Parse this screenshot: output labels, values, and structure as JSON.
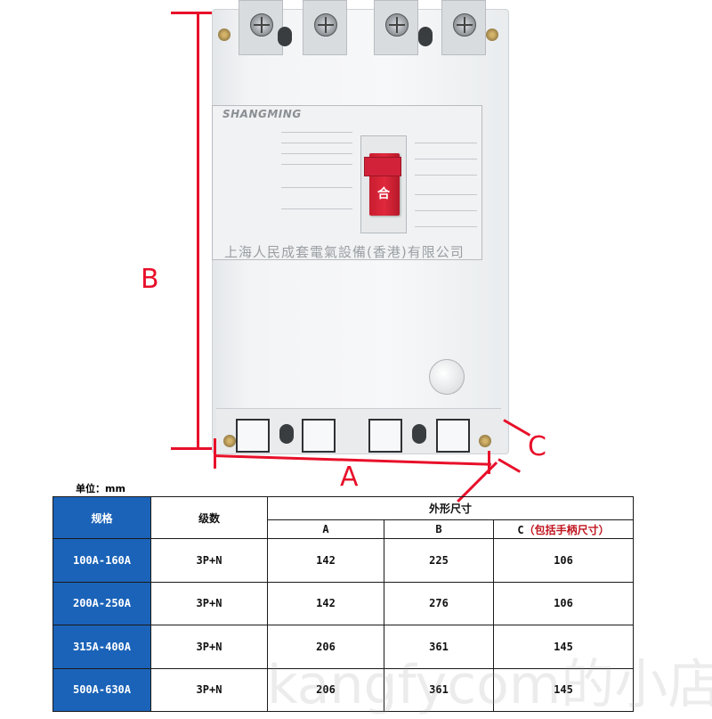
{
  "photo": {
    "brand": "SHANGMING",
    "manufacturer": "上海人民成套電氣設備(香港)有限公司",
    "handle_label": "合",
    "dimension_labels": {
      "a": "A",
      "b": "B",
      "c": "C"
    },
    "colors": {
      "dimension": "#e8102a",
      "handle": "#d2223a"
    }
  },
  "table": {
    "unit_label": "单位：mm",
    "headers": {
      "spec": "规格",
      "poles": "级数",
      "dimensions": "外形尺寸",
      "a": "A",
      "b": "B",
      "c_prefix": "C",
      "c_note": "（包括手柄尺寸）"
    },
    "rows": [
      {
        "spec": "100A-160A",
        "poles": "3P+N",
        "a": "142",
        "b": "225",
        "c": "106"
      },
      {
        "spec": "200A-250A",
        "poles": "3P+N",
        "a": "142",
        "b": "276",
        "c": "106"
      },
      {
        "spec": "315A-400A",
        "poles": "3P+N",
        "a": "206",
        "b": "361",
        "c": "145"
      },
      {
        "spec": "500A-630A",
        "poles": "3P+N",
        "a": "206",
        "b": "361",
        "c": "145"
      }
    ],
    "colors": {
      "header_blue": "#1b63b8",
      "note_red": "#c0151f"
    }
  },
  "watermark": "kangfycom的小店"
}
